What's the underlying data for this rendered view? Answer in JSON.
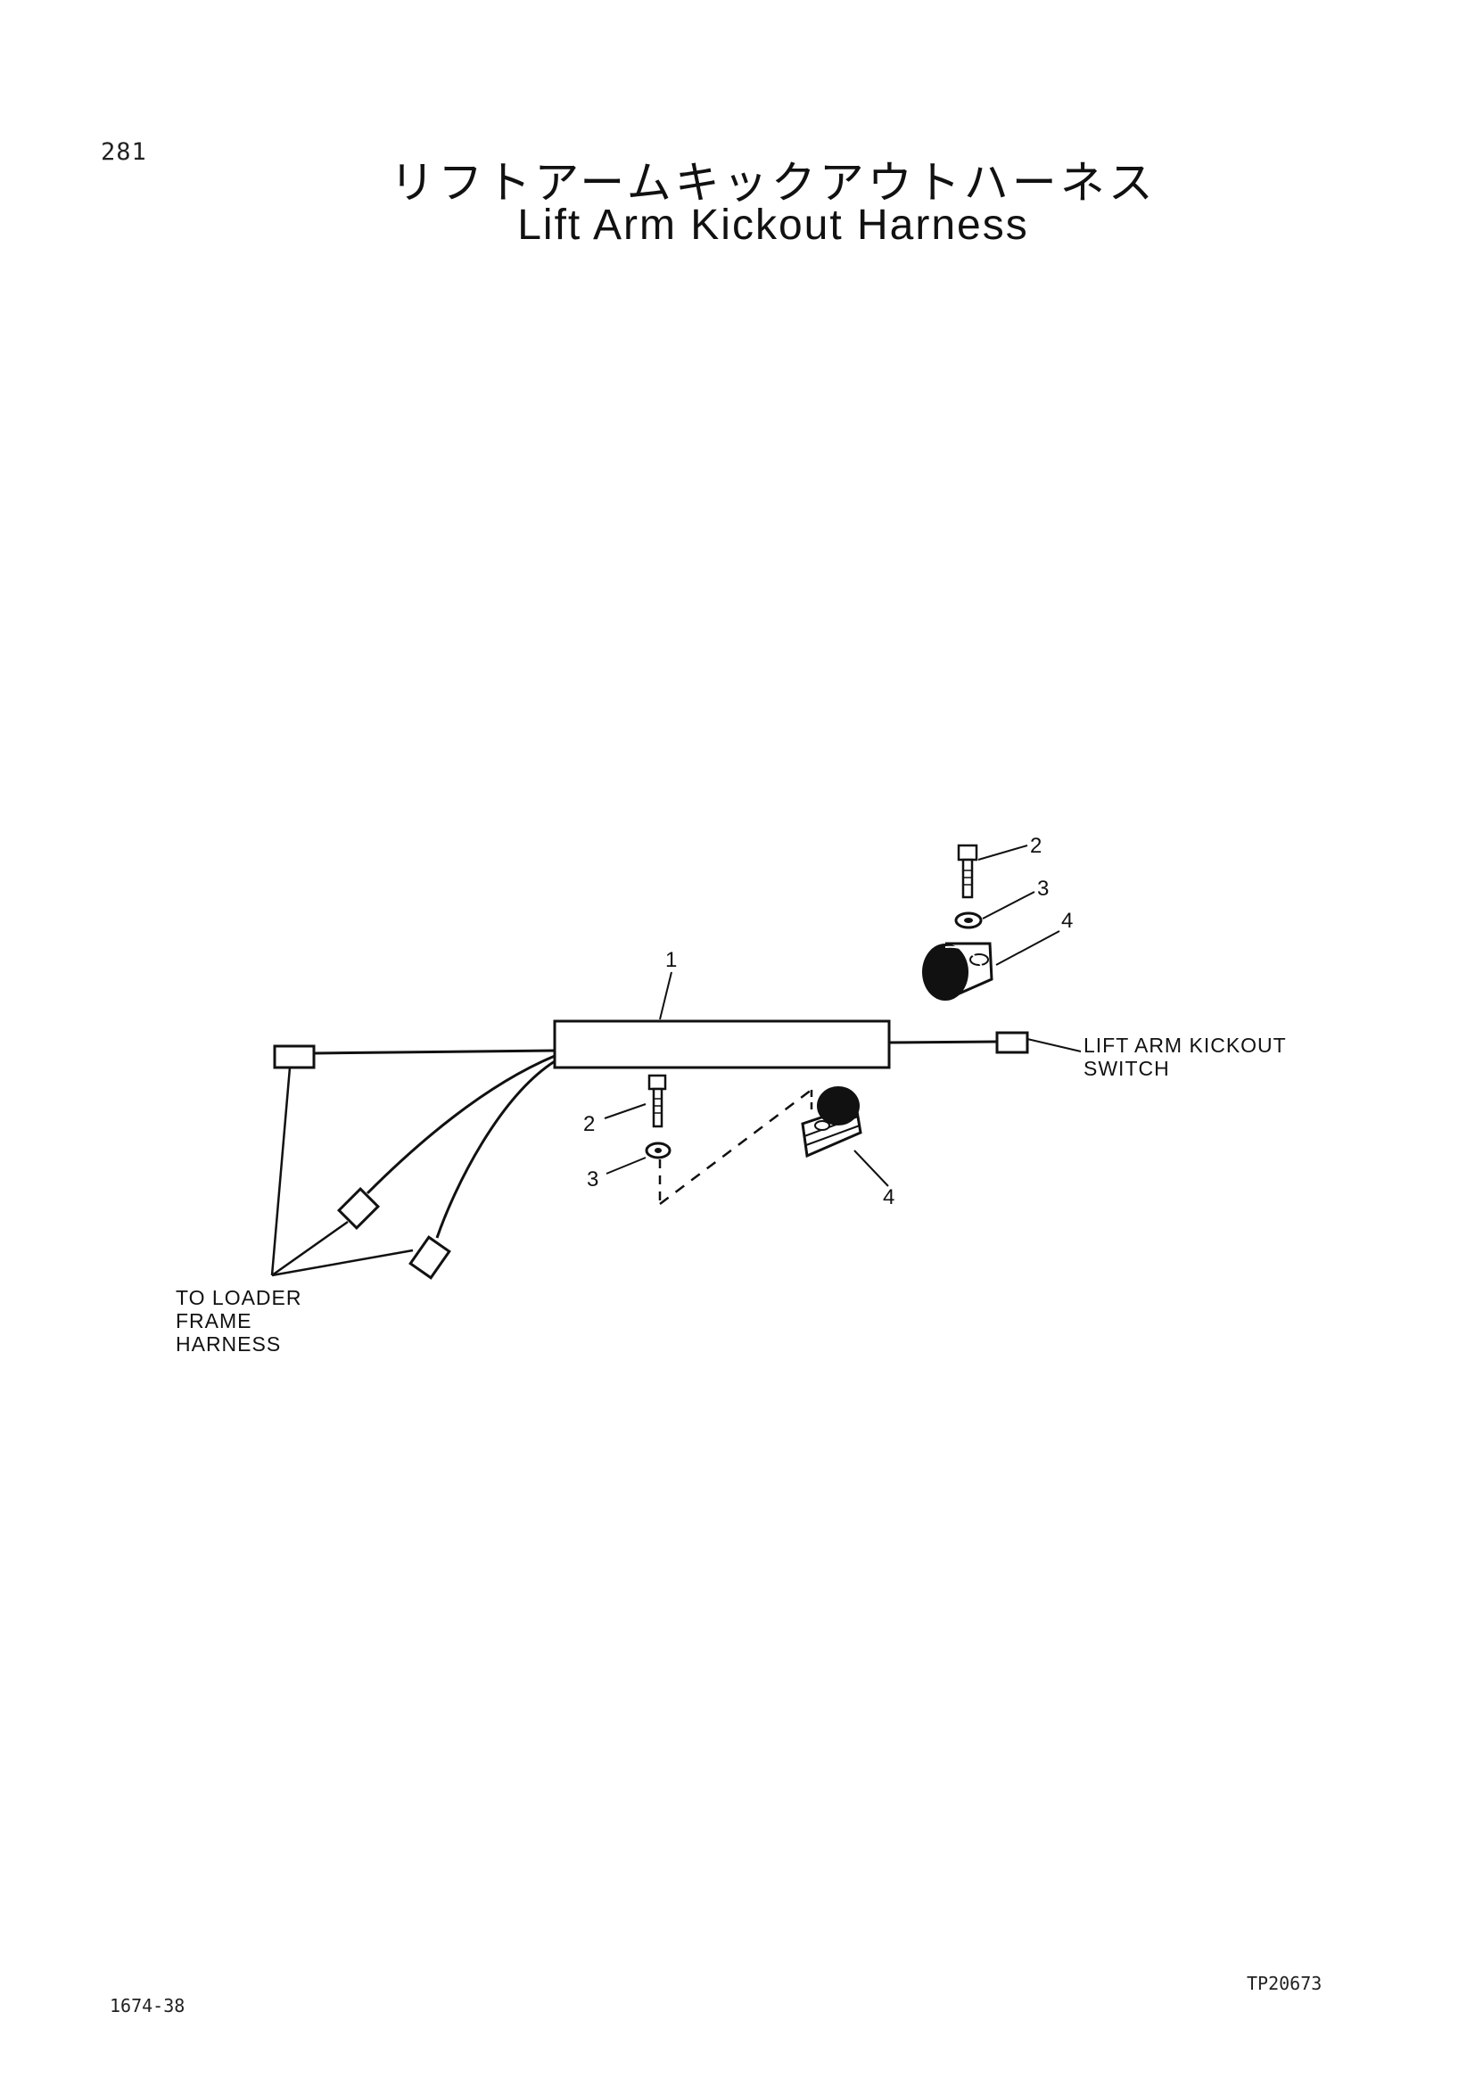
{
  "page_number": "281",
  "title_japanese": "リフトアームキックアウトハーネス",
  "title_english": "Lift Arm Kickout Harness",
  "callouts": {
    "harness": "1",
    "bolt_upper": "2",
    "washer_upper": "3",
    "clamp_upper": "4",
    "bolt_lower": "2",
    "washer_lower": "3",
    "clamp_lower": "4"
  },
  "notes": {
    "switch_line1": "LIFT ARM KICKOUT",
    "switch_line2": "SWITCH",
    "loader_line1": "TO LOADER",
    "loader_line2": "FRAME",
    "loader_line3": "HARNESS"
  },
  "footer": {
    "left_code": "1674-38",
    "right_code": "TP20673"
  }
}
